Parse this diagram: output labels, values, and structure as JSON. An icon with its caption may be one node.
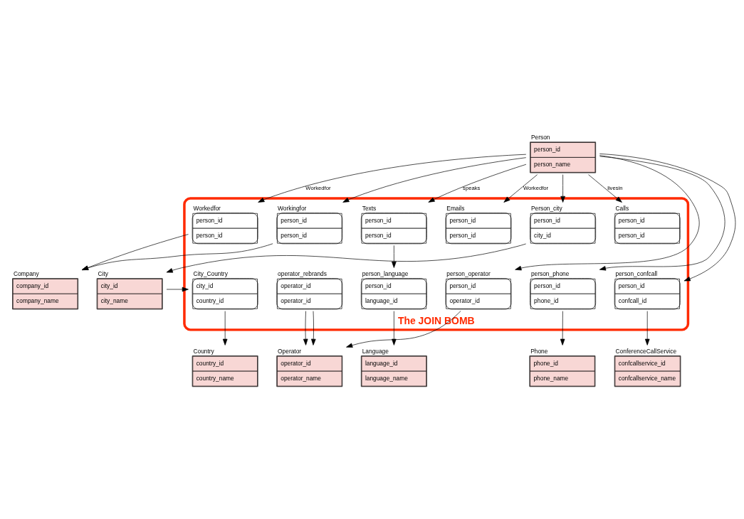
{
  "diagram": {
    "nodes": [
      {
        "text": [
          "Person",
          "person_id",
          "person_name"
        ]
      },
      {
        "text": [
          "City",
          "city_id",
          "city_name"
        ]
      },
      {
        "text": [
          "Country",
          "country_id",
          "country_name"
        ]
      },
      {
        "text": [
          "Language",
          "language_id",
          "language_name"
        ]
      },
      {
        "text": [
          "Company",
          "company_id",
          "company_name"
        ]
      },
      {
        "text": [
          "Operator",
          "operator_id",
          "operator_name"
        ]
      },
      {
        "text": [
          "Phone",
          "phone_id",
          "phone_name"
        ]
      },
      {
        "text": [
          "ConferenceCallService",
          "confcallservice_id",
          "confcallservice_name"
        ]
      },
      {
        "text": [
          "The JOIN BOMB"
        ]
      },
      {
        "text": [
          "Calls",
          "person_id",
          "person_id"
        ],
        "in": 8
      },
      {
        "text": [
          "Texts",
          "person_id",
          "person_id"
        ],
        "in": 8
      },
      {
        "text": [
          "Emails",
          "person_id",
          "person_id"
        ],
        "in": 8
      },
      {
        "text": [
          "Workedfor",
          "person_id",
          "person_id"
        ],
        "in": 8
      },
      {
        "text": [
          "Workingfor",
          "person_id",
          "person_id"
        ],
        "in": 8
      },
      {
        "text": [
          "Person_city",
          "person_id",
          "city_id"
        ],
        "in": 8
      },
      {
        "text": [
          "person_language",
          "person_id",
          "language_id"
        ],
        "in": 8
      },
      {
        "text": [
          "City_Country",
          "city_id",
          "country_id"
        ],
        "in": 8
      },
      {
        "text": [
          "person_operator",
          "person_id",
          "operator_id"
        ],
        "in": 8
      },
      {
        "text": [
          "operator_rebrands",
          "operator_id",
          "operator_id"
        ],
        "in": 8
      },
      {
        "text": [
          "person_phone",
          "person_id",
          "phone_id"
        ],
        "in": 8
      },
      {
        "text": [
          "person_confcall",
          "person_id",
          "confcall_id"
        ],
        "in": 8
      }
    ],
    "edges": [
      {
        "from": 0,
        "to": 9,
        "arrow": "to",
        "label": "livesin"
      },
      {
        "from": 0,
        "to": 10,
        "arrow": "to",
        "label": "speaks"
      },
      {
        "from": 0,
        "to": 11,
        "arrow": "to",
        "label": "Workedfor"
      },
      {
        "from": 0,
        "to": 12,
        "arrow": "to",
        "label": "Workedfor"
      },
      {
        "from": 0,
        "to": 13,
        "arrow": "to"
      },
      {
        "from": 0,
        "to": 14,
        "arrow": "to"
      },
      {
        "from": 0,
        "to": 17,
        "arrow": "to"
      },
      {
        "from": 0,
        "to": 19,
        "arrow": "to"
      },
      {
        "from": 0,
        "to": 20,
        "arrow": "to"
      },
      {
        "from": 1,
        "to": 16,
        "arrow": "to"
      },
      {
        "from": 14,
        "to": 1,
        "arrow": "to"
      },
      {
        "from": 16,
        "to": 2,
        "arrow": "to"
      },
      {
        "from": 10,
        "to": 15,
        "arrow": "to"
      },
      {
        "from": 15,
        "to": 3,
        "arrow": "to"
      },
      {
        "from": 12,
        "to": 4,
        "arrow": "to"
      },
      {
        "from": 13,
        "to": 4,
        "arrow": "to"
      },
      {
        "from": 17,
        "to": 5,
        "arrow": "to"
      },
      {
        "from": 18,
        "to": 5,
        "arrow": "to"
      },
      {
        "from": 18,
        "to": 5,
        "arrow": "to"
      },
      {
        "from": 19,
        "to": 6,
        "arrow": "to"
      },
      {
        "from": 20,
        "to": 7,
        "arrow": "to"
      }
    ]
  }
}
